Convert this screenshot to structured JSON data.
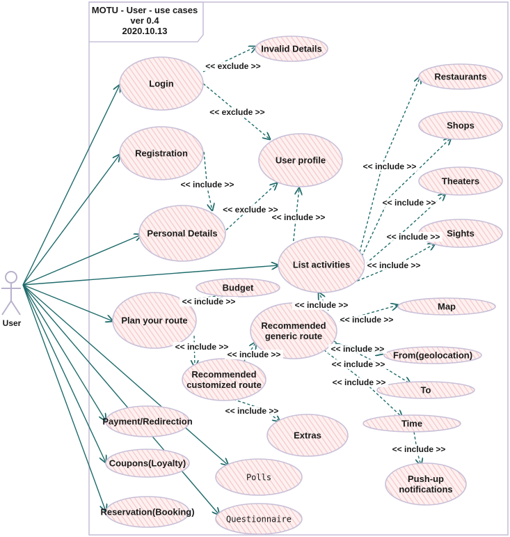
{
  "diagram": {
    "title_lines": [
      "MOTU - User - use cases",
      "ver 0.4",
      "2020.10.13"
    ],
    "actor": {
      "id": "user",
      "label": "User"
    },
    "use_cases": [
      {
        "id": "invalid_details",
        "label": "Invalid Details"
      },
      {
        "id": "login",
        "label": "Login"
      },
      {
        "id": "registration",
        "label": "Registration"
      },
      {
        "id": "user_profile",
        "label": "User profile"
      },
      {
        "id": "personal_details",
        "label": "Personal Details"
      },
      {
        "id": "restaurants",
        "label": "Restaurants"
      },
      {
        "id": "shops",
        "label": "Shops"
      },
      {
        "id": "theaters",
        "label": "Theaters"
      },
      {
        "id": "sights",
        "label": "Sights"
      },
      {
        "id": "list_activities",
        "label": "List activities"
      },
      {
        "id": "budget",
        "label": "Budget"
      },
      {
        "id": "plan_route",
        "label": "Plan your route"
      },
      {
        "id": "map",
        "label": "Map"
      },
      {
        "id": "generic_route",
        "label": "Recommended\ngeneric route"
      },
      {
        "id": "from_geo",
        "label": "From(geolocation)"
      },
      {
        "id": "customized_route",
        "label": "Recommended\ncustomized route"
      },
      {
        "id": "to",
        "label": "To"
      },
      {
        "id": "time",
        "label": "Time"
      },
      {
        "id": "extras",
        "label": "Extras"
      },
      {
        "id": "payment",
        "label": "Payment/Redirection"
      },
      {
        "id": "coupons",
        "label": "Coupons(Loyalty)"
      },
      {
        "id": "polls",
        "label": "Polls"
      },
      {
        "id": "push_up",
        "label": "Push-up\nnotifications"
      },
      {
        "id": "reservation",
        "label": "Reservation(Booking)"
      },
      {
        "id": "questionnaire",
        "label": "Questionnaire"
      }
    ],
    "associations": [
      {
        "from": "user",
        "to": "login"
      },
      {
        "from": "user",
        "to": "registration"
      },
      {
        "from": "user",
        "to": "personal_details"
      },
      {
        "from": "user",
        "to": "list_activities"
      },
      {
        "from": "user",
        "to": "plan_route"
      },
      {
        "from": "user",
        "to": "payment"
      },
      {
        "from": "user",
        "to": "coupons"
      },
      {
        "from": "user",
        "to": "reservation"
      },
      {
        "from": "user",
        "to": "polls"
      },
      {
        "from": "user",
        "to": "questionnaire"
      }
    ],
    "dependencies": [
      {
        "from": "login",
        "to": "invalid_details",
        "label": "<< exclude >>"
      },
      {
        "from": "login",
        "to": "user_profile",
        "label": "<< exclude >>"
      },
      {
        "from": "registration",
        "to": "personal_details",
        "label": "<< include >>"
      },
      {
        "from": "personal_details",
        "to": "user_profile",
        "label": "<< exclude >>"
      },
      {
        "from": "list_activities",
        "to": "user_profile",
        "label": "<< include >>"
      },
      {
        "from": "list_activities",
        "to": "restaurants",
        "label": "<< include >>"
      },
      {
        "from": "list_activities",
        "to": "shops",
        "label": "<< include >>"
      },
      {
        "from": "list_activities",
        "to": "theaters",
        "label": "<< include >>"
      },
      {
        "from": "list_activities",
        "to": "sights",
        "label": "<< include >>"
      },
      {
        "from": "generic_route",
        "to": "list_activities",
        "label": "<< include >>"
      },
      {
        "from": "plan_route",
        "to": "budget",
        "label": "<< include >>"
      },
      {
        "from": "plan_route",
        "to": "customized_route",
        "label": "<< include >>"
      },
      {
        "from": "customized_route",
        "to": "generic_route",
        "label": "<< include >>"
      },
      {
        "from": "generic_route",
        "to": "map",
        "label": "<< include >>"
      },
      {
        "from": "generic_route",
        "to": "from_geo",
        "label": "<< include >>"
      },
      {
        "from": "generic_route",
        "to": "to",
        "label": "<< include >>"
      },
      {
        "from": "generic_route",
        "to": "time",
        "label": "<< include >>"
      },
      {
        "from": "customized_route",
        "to": "extras",
        "label": "<< include >>"
      },
      {
        "from": "time",
        "to": "push_up",
        "label": "<< include >>"
      }
    ]
  },
  "colors": {
    "ellipse_hatch": "#f4c4c4",
    "ellipse_fill": "#fdf0f0",
    "ellipse_stroke": "#c8c0d8",
    "line": "#1f6b6b",
    "text": "#1a1a1a"
  }
}
